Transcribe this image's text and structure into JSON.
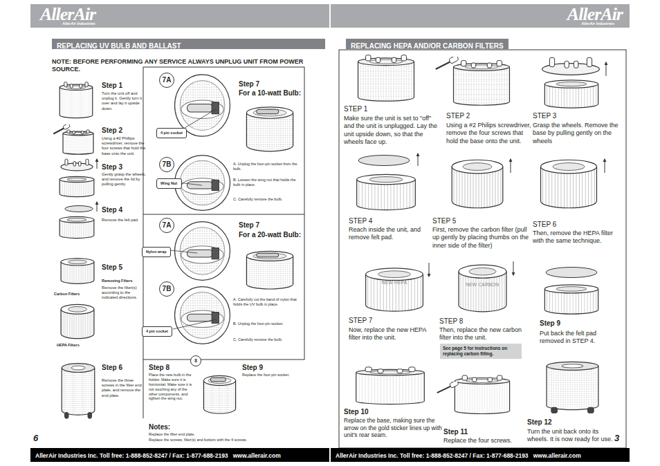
{
  "diagram": {
    "nodes": [
      {
        "text": [
          "AllerAir",
          "AllerAir Industries"
        ]
      },
      {
        "text": [
          "REPLACING UV BULB AND BALLAST"
        ]
      },
      {
        "text": [
          "7A"
        ]
      },
      {
        "text": [
          "4 pin socket"
        ]
      },
      {
        "text": [
          "7B"
        ]
      },
      {
        "text": [
          "Wing Nut"
        ]
      },
      {
        "text": [
          "7A"
        ]
      },
      {
        "text": [
          "Nylon wrap"
        ]
      },
      {
        "text": [
          "7B"
        ]
      },
      {
        "text": [
          "4 pin socket"
        ]
      },
      {
        "text": [
          "8"
        ]
      },
      {
        "text": [
          "AllerAir Industries Inc. Toll free: 1-888-852-8247 / Fax: 1-877-688-2193   www.allerair.com"
        ]
      },
      {
        "text": [
          "AllerAir",
          "AllerAir Industries"
        ]
      },
      {
        "text": [
          "REPLACING HEPA AND/OR CARBON FILTERS"
        ]
      },
      {
        "text": [
          "See page 5 for instructions on replacing carbon filling."
        ]
      },
      {
        "text": [
          "AllerAir Industries Inc. Toll free: 1-888-852-8247 / Fax: 1-877-688-2193   www.allerair.com"
        ]
      }
    ],
    "labels": [
      "NOTE:  BEFORE PERFORMING ANY SERVICE ALWAYS UNPLUG UNIT FROM POWER SOURCE.",
      "Step 1",
      "Turn the unit off and unplug it. Gently turn it over and lay it upside down.",
      "Step 2",
      "Using a #2 Phillips screwdriver, remove the four screws that hold the base onto the unit.",
      "Step 3",
      "Gently grasp the wheels, and remove the lid by pulling gently.",
      "Step 4",
      "Remove the felt pad.",
      "Step 5",
      "Removing Filters",
      "Remove the filter(s) according to the indicated directions.",
      "Carbon Filters",
      "HEPA Filters",
      "Step 6",
      "Remove the three screws in the filter end plate, and remove the end plate.",
      "Step 7",
      "For a 10-watt Bulb:",
      "A. Unplug the four-pin socket from the bulb.",
      "B. Loosen the wing nut that holds the bulb in place.",
      "C. Carefully remove the bulb.",
      "Step 7",
      "For a 20-watt Bulb:",
      "A. Carefully cut the band of nylon that holds the UV bulb in place.",
      "B. Unplug the four-pin socket.",
      "C. Carefully remove the bulb.",
      "Step 8",
      "Place the new bulb in the holder. Make sure it is horizontal. Make sure it is not touching any of the other components, and tighten the wing nut.",
      "Step 9",
      "Replace the four-pin socket.",
      "Notes:",
      "Replace the filter end plate.",
      "Replace the screws, filter(s) and bottom with the 4 screws.",
      "6",
      "STEP 1",
      "Make sure the unit is set to \"off\" and the unit is unplugged. Lay the unit upside down, so that the wheels face up.",
      "STEP 2",
      "Using a #2 Philips screwdriver, remove the four screws that hold the base onto the unit.",
      "STEP 3",
      "Grasp the wheels. Remove the base by pulling gently on the wheels",
      "STEP 4",
      "Reach inside the unit, and remove felt pad.",
      "STEP 5",
      "First, remove the carbon filter (pull up gently by placing thumbs on the inner side of the filter)",
      "STEP 6",
      "Then, remove the HEPA filter with the same technique.",
      "STEP 7",
      "Now, replace the new HEPA filter into the unit.",
      "STEP 8",
      "Then, replace the new carbon filter into the unit.",
      "Step 9",
      "Put back the felt pad removed in STEP 4.",
      "Step 10",
      "Replace the base, making sure the arrow on the gold sticker lines up with unit's rear seam.",
      "Step 11",
      "Replace the four screws.",
      "Step 12",
      "Turn the unit back onto its wheels. It is now ready for use.",
      "NEW HEPA",
      "NEW CARBON",
      "AllerAir",
      "3"
    ]
  }
}
